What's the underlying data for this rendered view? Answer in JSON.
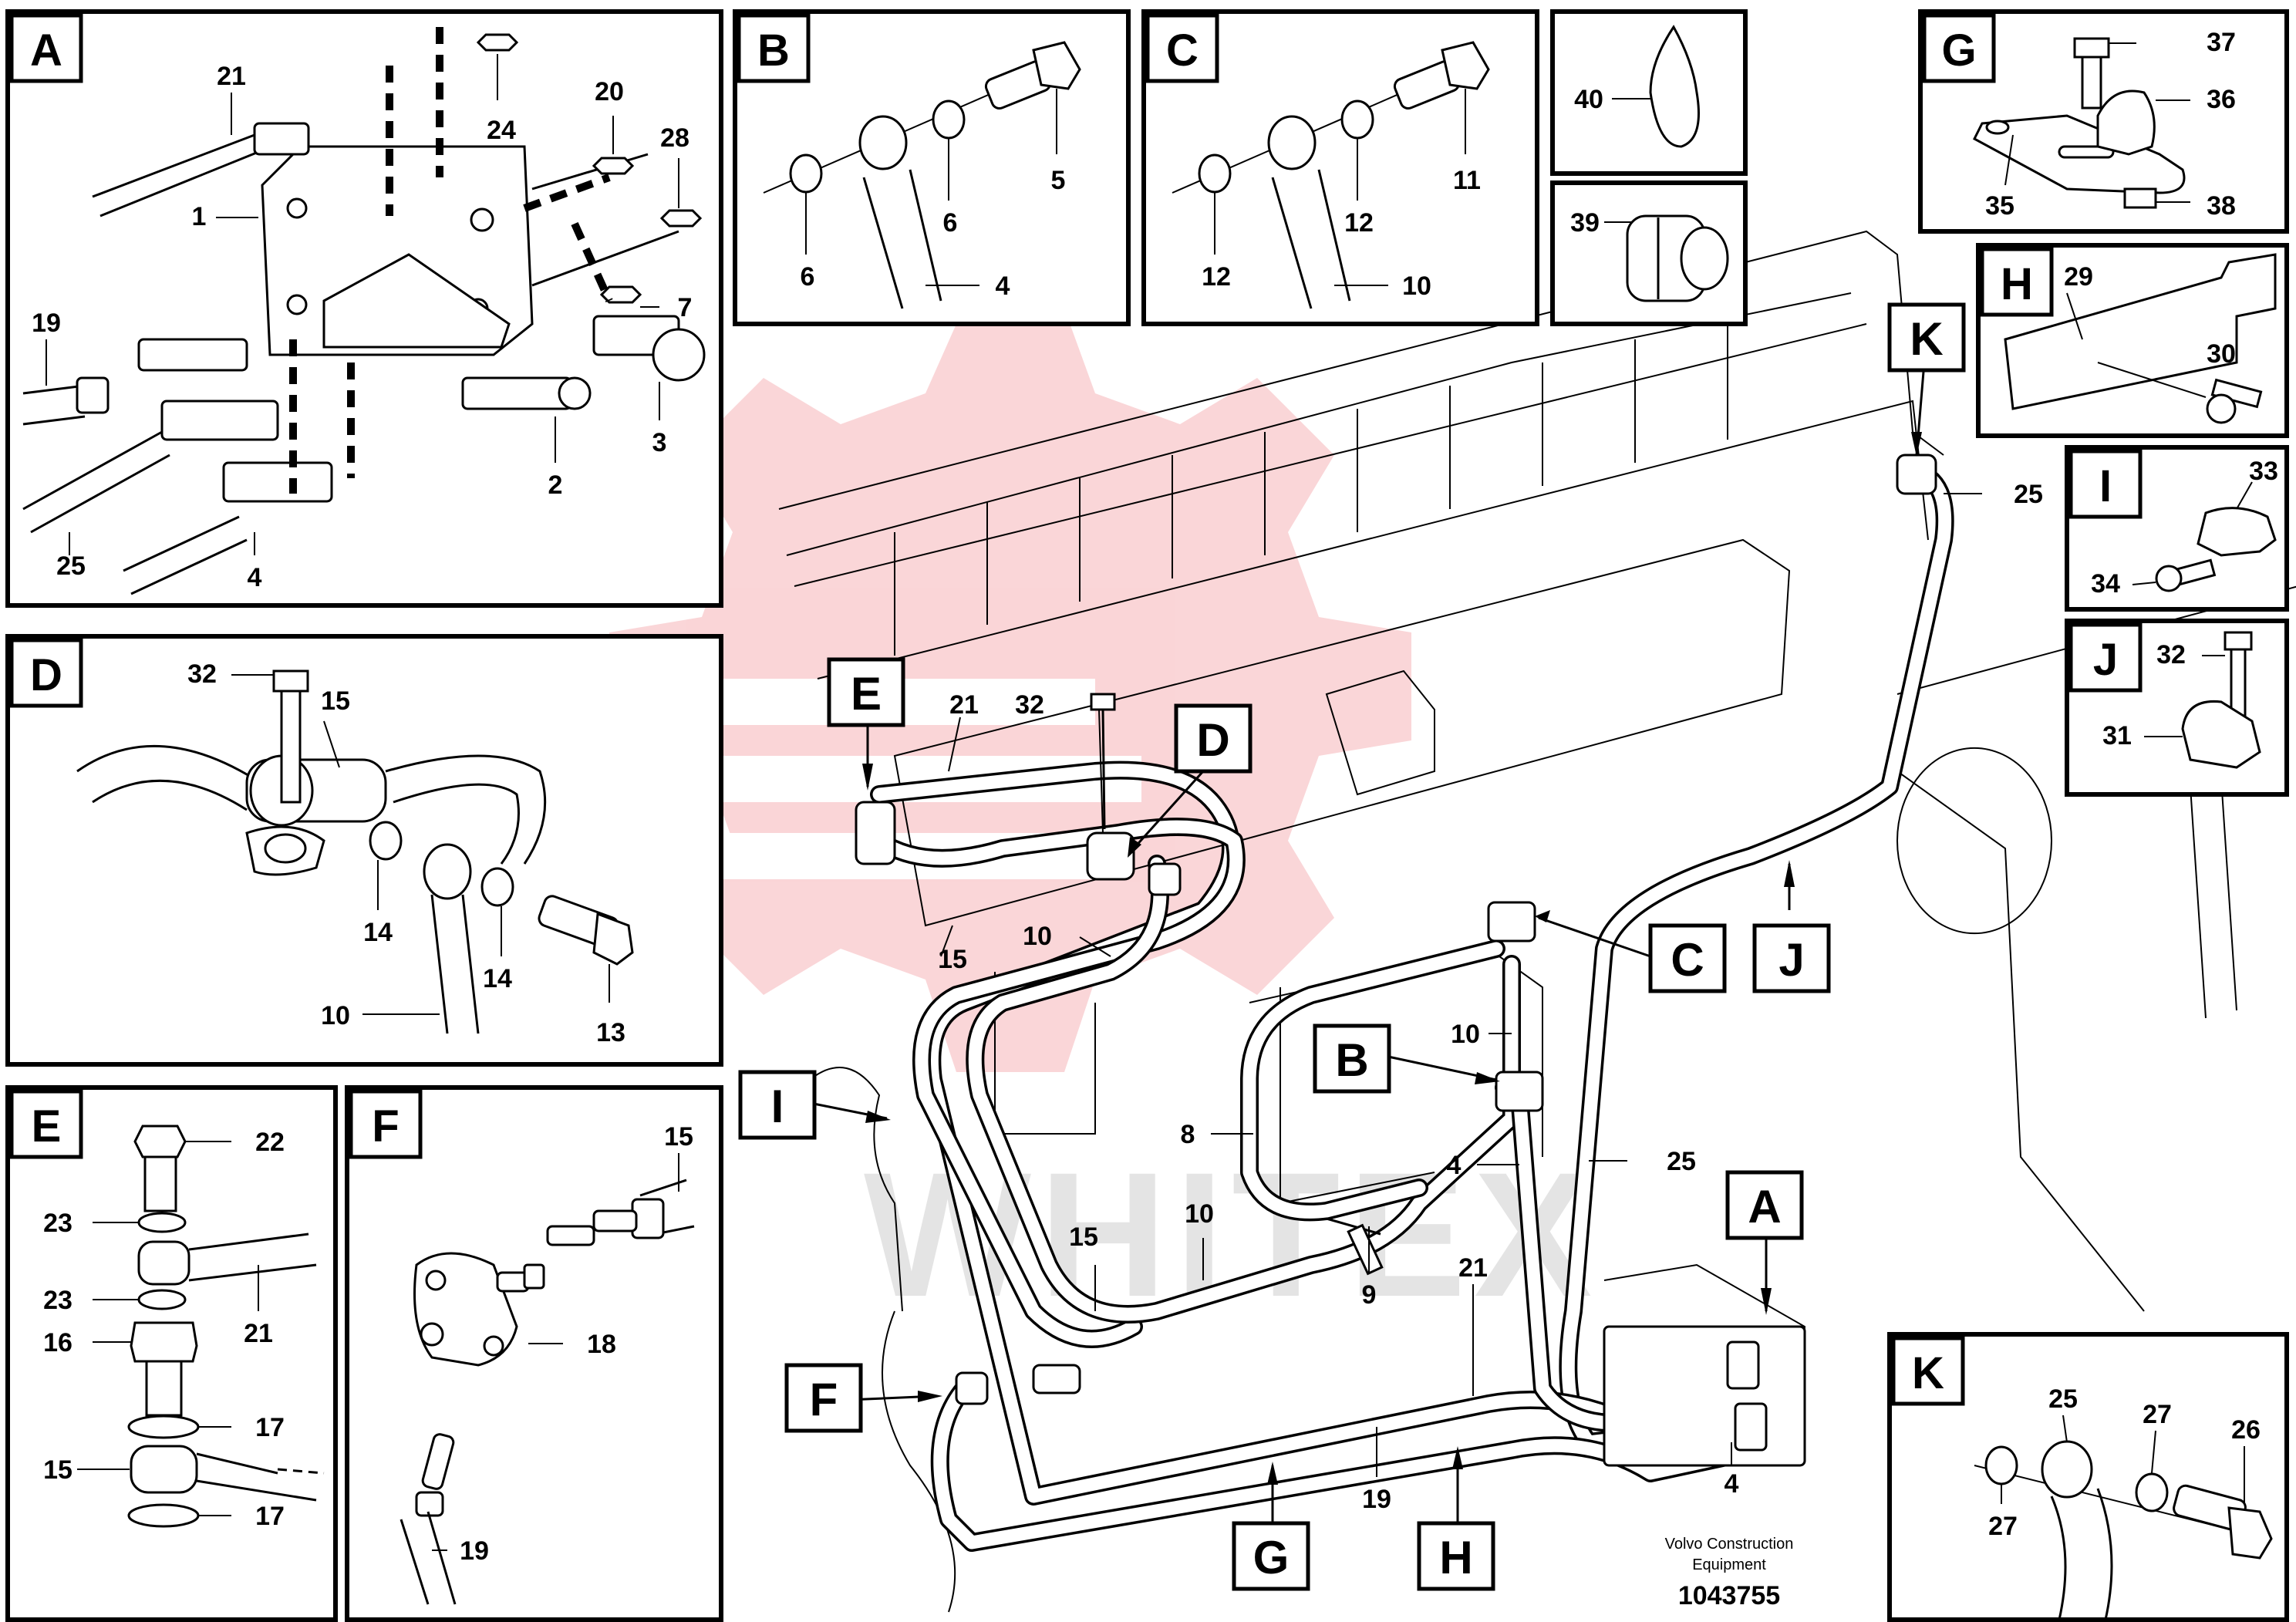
{
  "colors": {
    "line": "#000000",
    "background": "#ffffff",
    "watermark": "#e61e28"
  },
  "watermark_text": "WHITEX",
  "panels": {
    "A": {
      "letter": "A",
      "labels": [
        "21",
        "24",
        "20",
        "28",
        "1",
        "7",
        "19",
        "25",
        "4",
        "2",
        "3"
      ]
    },
    "B": {
      "letter": "B",
      "labels": [
        "5",
        "6",
        "6",
        "4"
      ]
    },
    "C": {
      "letter": "C",
      "labels": [
        "11",
        "12",
        "12",
        "10"
      ]
    },
    "tie": {
      "labels": [
        "40"
      ]
    },
    "grommet": {
      "labels": [
        "39"
      ]
    },
    "G": {
      "letter": "G",
      "labels": [
        "37",
        "36",
        "35",
        "38"
      ]
    },
    "H": {
      "letter": "H",
      "labels": [
        "29",
        "30"
      ]
    },
    "I": {
      "letter": "I",
      "labels": [
        "33",
        "34"
      ]
    },
    "J": {
      "letter": "J",
      "labels": [
        "32",
        "31"
      ]
    },
    "D": {
      "letter": "D",
      "labels": [
        "32",
        "15",
        "14",
        "14",
        "10",
        "13"
      ]
    },
    "E": {
      "letter": "E",
      "labels": [
        "22",
        "23",
        "21",
        "23",
        "16",
        "17",
        "15",
        "17"
      ]
    },
    "F": {
      "letter": "F",
      "labels": [
        "15",
        "18",
        "19"
      ]
    },
    "K": {
      "letter": "K",
      "labels": [
        "25",
        "27",
        "26",
        "27"
      ]
    }
  },
  "main": {
    "callouts": [
      "E",
      "D",
      "K",
      "C",
      "J",
      "B",
      "I",
      "A",
      "F",
      "G",
      "H"
    ],
    "labels": [
      "21",
      "32",
      "25",
      "15",
      "10",
      "10",
      "8",
      "4",
      "25",
      "15",
      "10",
      "9",
      "21",
      "19",
      "4"
    ]
  },
  "footer": {
    "line1": "Volvo Construction",
    "line2": "Equipment",
    "drawing_number": "1043755"
  }
}
